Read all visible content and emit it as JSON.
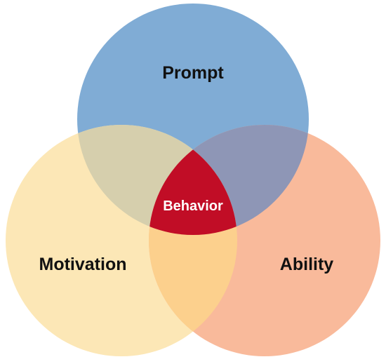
{
  "diagram": {
    "type": "venn-3",
    "sets": [
      {
        "id": "prompt",
        "label": "Prompt",
        "color": "#80acd5"
      },
      {
        "id": "motivation",
        "label": "Motivation",
        "color": "#fce7b6"
      },
      {
        "id": "ability",
        "label": "Ability",
        "color": "#f9ba9b"
      }
    ],
    "intersections": {
      "prompt_motivation": "#d6cfad",
      "prompt_ability": "#8e96b6",
      "motivation_ability": "#fcd08d",
      "all": {
        "label": "Behavior",
        "color": "#c10d26",
        "text_color": "#ffffff"
      }
    }
  }
}
